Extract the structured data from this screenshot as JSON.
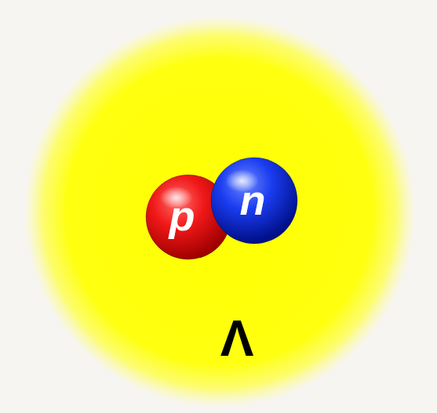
{
  "diagram": {
    "nodes": [
      {
        "text": [
          "Λ"
        ]
      },
      {
        "text": [
          "p"
        ],
        "in": 0
      },
      {
        "text": [
          "n"
        ],
        "in": 0
      }
    ]
  }
}
